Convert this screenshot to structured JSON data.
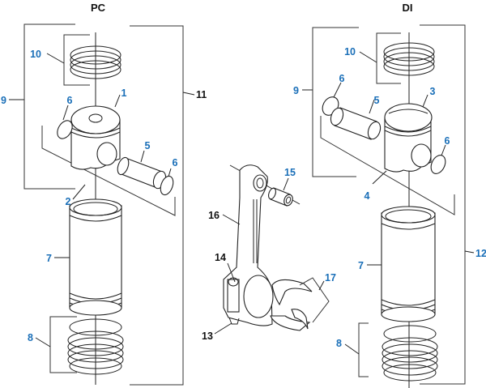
{
  "colors": {
    "callout_blue": "#1a6fb8",
    "callout_black": "#111111",
    "line": "#222222"
  },
  "headers": {
    "left": "PC",
    "right": "DI"
  },
  "callouts": {
    "pc_10": "10",
    "pc_9": "9",
    "pc_1": "1",
    "pc_6a": "6",
    "pc_11": "11",
    "pc_5": "5",
    "pc_6b": "6",
    "pc_2": "2",
    "pc_7": "7",
    "pc_8": "8",
    "di_10": "10",
    "di_9": "9",
    "di_6a": "6",
    "di_5": "5",
    "di_3": "3",
    "di_6b": "6",
    "di_4": "4",
    "di_12": "12",
    "di_7": "7",
    "di_8": "8",
    "rod_15": "15",
    "rod_16": "16",
    "rod_14": "14",
    "rod_13": "13",
    "rod_17": "17"
  },
  "parts": {
    "left_group": "PC piston assembly",
    "right_group": "DI piston assembly",
    "center_group": "connecting rod assembly"
  }
}
